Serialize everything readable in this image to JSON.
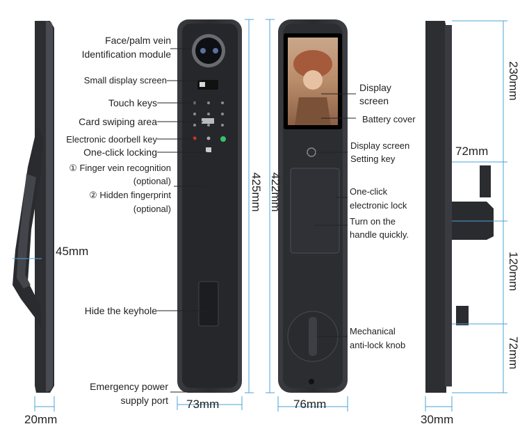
{
  "labels": {
    "face_palm_line1": "Face/palm vein",
    "face_palm_line2": "Identification module",
    "small_display": "Small display screen",
    "touch_keys": "Touch keys",
    "card_swiping": "Card swiping area",
    "doorbell": "Electronic doorbell key",
    "one_click_locking": "One-click locking",
    "finger_vein_line1": "① Finger vein recognition",
    "finger_vein_line2": "(optional)",
    "hidden_fp_line1": "② Hidden fingerprint",
    "hidden_fp_line2": "(optional)",
    "hide_keyhole": "Hide the keyhole",
    "emergency_line1": "Emergency power",
    "emergency_line2": "supply port",
    "display_screen_line1": "Display",
    "display_screen_line2": "screen",
    "battery_cover": "Battery cover",
    "setting_key_line1": "Display screen",
    "setting_key_line2": "Setting key",
    "one_click_lock_line1": "One-click",
    "one_click_lock_line2": "electronic lock",
    "turn_handle_line1": "Turn on the",
    "turn_handle_line2": "handle quickly.",
    "mech_knob_line1": "Mechanical",
    "mech_knob_line2": "anti-lock knob"
  },
  "dimensions": {
    "side_depth": "20mm",
    "handle_gap": "45mm",
    "front_width": "73mm",
    "front_height": "425mm",
    "back_height": "422mm",
    "back_width": "76mm",
    "right_depth": "30mm",
    "right_top": "230mm",
    "right_mid": "120mm",
    "right_bottom": "72mm",
    "handle_len": "72mm"
  },
  "colors": {
    "body": "#2b2c30",
    "body_edge": "#4a4b50",
    "dim_line": "#4aa3d9",
    "leader": "#222222"
  }
}
